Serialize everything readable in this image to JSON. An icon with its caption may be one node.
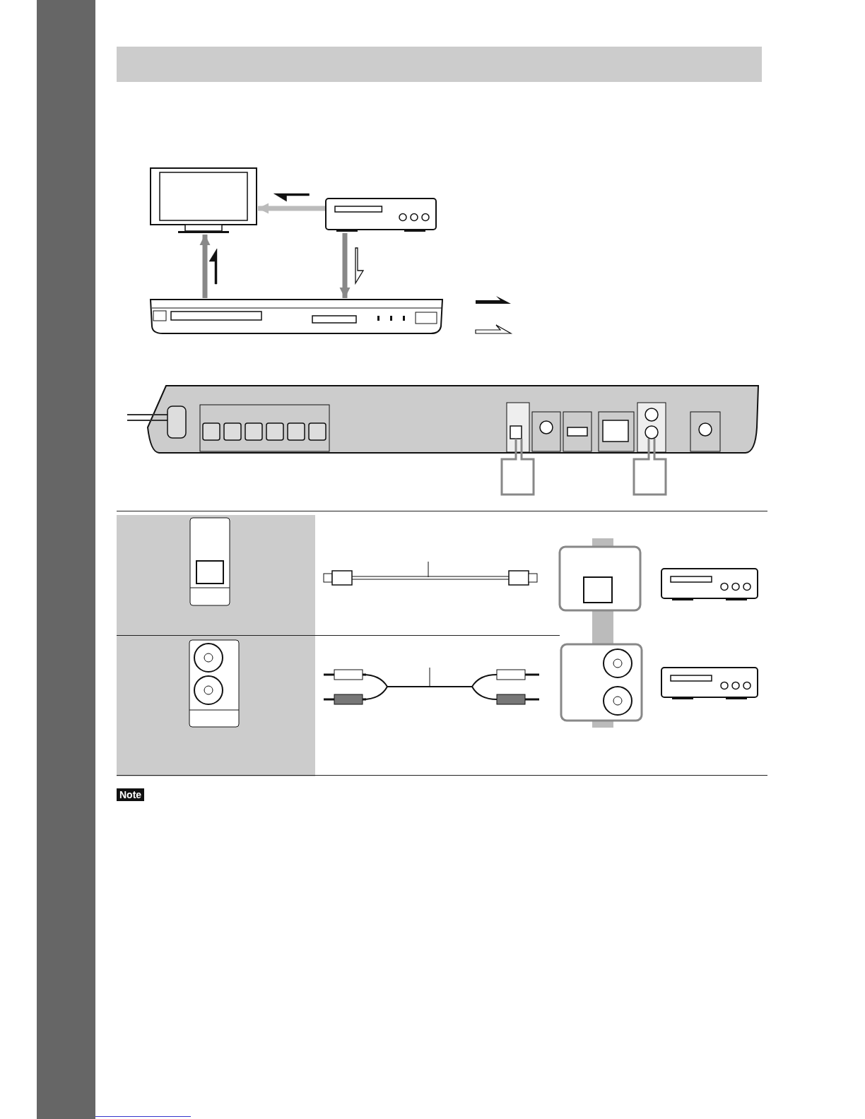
{
  "diagram": {
    "nodes": [
      {
        "text": [],
        "shape": "bar"
      },
      {
        "text": [],
        "shape": "box"
      },
      {
        "text": [],
        "shape": "picture"
      },
      {
        "text": [],
        "shape": "picture"
      },
      {
        "text": [],
        "shape": "picture"
      }
    ],
    "edges": [
      {
        "from": 3,
        "to": 2,
        "arrow": "to"
      },
      {
        "from": 4,
        "to": 2,
        "arrow": "to"
      },
      {
        "from": 3,
        "to": 4,
        "arrow": "to"
      }
    ],
    "labels": [
      "Note"
    ]
  }
}
